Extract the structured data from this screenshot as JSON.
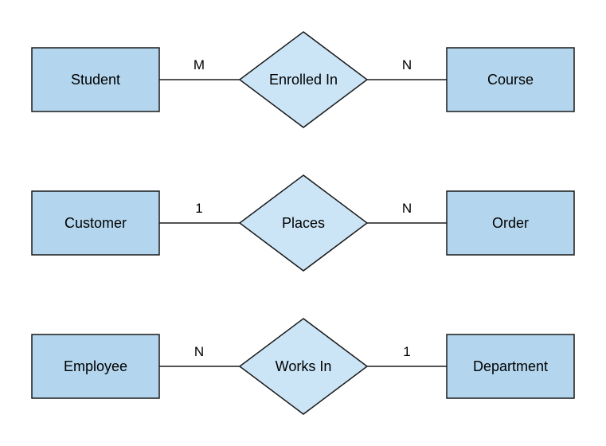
{
  "diagram": {
    "type": "entity-relationship-diagram",
    "colors": {
      "background": "#FFFFFF",
      "entity_fill": "#B3D6EE",
      "relationship_fill": "#CBE5F7",
      "stroke": "#1A1A1A",
      "text": "#000000"
    },
    "rows": [
      {
        "left_entity": "Student",
        "left_cardinality": "M",
        "relationship": "Enrolled In",
        "right_cardinality": "N",
        "right_entity": "Course"
      },
      {
        "left_entity": "Customer",
        "left_cardinality": "1",
        "relationship": "Places",
        "right_cardinality": "N",
        "right_entity": "Order"
      },
      {
        "left_entity": "Employee",
        "left_cardinality": "N",
        "relationship": "Works In",
        "right_cardinality": "1",
        "right_entity": "Department"
      }
    ]
  }
}
